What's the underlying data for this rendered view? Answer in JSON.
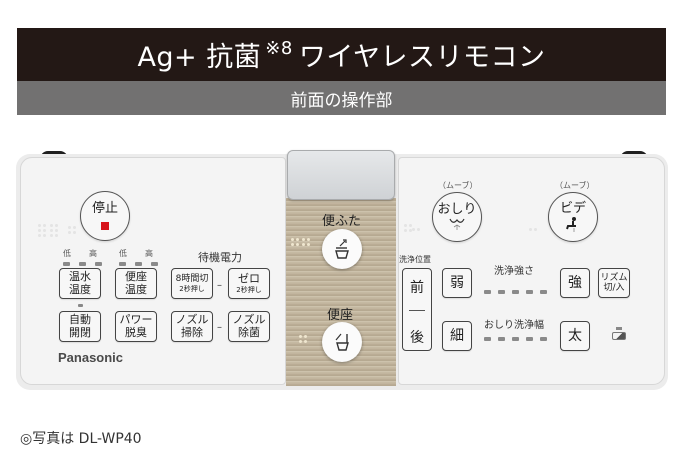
{
  "header": {
    "title_prefix": "Ag+ 抗菌",
    "title_note": "※8",
    "title_suffix": "ワイヤレスリモコン",
    "subtitle": "前面の操作部"
  },
  "remote": {
    "stop": {
      "label": "停止",
      "indicator_color": "#d7141b"
    },
    "level_labels": {
      "low": "低",
      "high": "高"
    },
    "left_buttons": {
      "water_temp": {
        "line1": "温水",
        "line2": "温度"
      },
      "seat_temp": {
        "line1": "便座",
        "line2": "温度"
      },
      "auto_open": {
        "line1": "自動",
        "line2": "開閉"
      },
      "power_deodor": {
        "line1": "パワー",
        "line2": "脱臭"
      }
    },
    "standby": {
      "heading": "待機電力",
      "eight_hour": {
        "line1": "8時間切",
        "line2": "2秒押し"
      },
      "zero": {
        "line1": "ゼロ",
        "line2": "2秒押し"
      },
      "dash": "–"
    },
    "nozzle": {
      "clean": {
        "line1": "ノズル",
        "line2": "掃除"
      },
      "sterilize": {
        "line1": "ノズル",
        "line2": "除菌"
      },
      "dash": "–"
    },
    "brand": "Panasonic",
    "center": {
      "lid_label": "便ふた",
      "seat_label": "便座"
    },
    "right": {
      "oshiri": {
        "move": "（ムーブ）",
        "label": "おしり"
      },
      "bidet": {
        "move": "（ムーブ）",
        "label": "ビデ"
      },
      "position": {
        "heading": "洗浄位置",
        "front": "前",
        "back": "後"
      },
      "strength": {
        "heading": "洗浄強さ",
        "weak": "弱",
        "strong": "強"
      },
      "rhythm": {
        "line1": "リズム",
        "line2": "切/入"
      },
      "width": {
        "heading": "おしり洗浄幅",
        "narrow": "細",
        "wide": "太"
      }
    }
  },
  "footnote": "◎写真は DL-WP40"
}
